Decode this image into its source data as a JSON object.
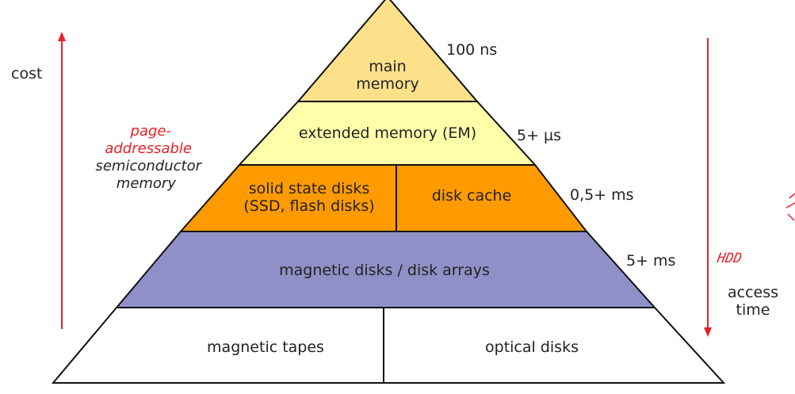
{
  "diagram": {
    "levels": [
      {
        "id": "main-memory",
        "label_lines": [
          "main",
          "memory"
        ],
        "time": "100 ns",
        "color": "#fde08a"
      },
      {
        "id": "extended-memory",
        "label_lines": [
          "extended memory (EM)"
        ],
        "time": "5+ µs",
        "color": "#ffffaa"
      },
      {
        "id": "ssd-cache",
        "cells": [
          {
            "label_lines": [
              "solid state disks",
              "(SSD, flash disks)"
            ]
          },
          {
            "label_lines": [
              "disk cache"
            ]
          }
        ],
        "time": "0,5+ ms",
        "color": "#ff9a00"
      },
      {
        "id": "magnetic-disks",
        "label_lines": [
          "magnetic disks / disk arrays"
        ],
        "time": "5+ ms",
        "color": "#9090c8"
      },
      {
        "id": "tapes-optical",
        "cells": [
          {
            "label_lines": [
              "magnetic tapes"
            ]
          },
          {
            "label_lines": [
              "optical disks"
            ]
          }
        ],
        "color": "#ffffff"
      }
    ],
    "left_axis": {
      "label": "cost",
      "direction": "up",
      "color": "#e8202a"
    },
    "right_axis": {
      "label_lines": [
        "access",
        "time"
      ],
      "direction": "down",
      "color": "#e8202a"
    },
    "side_note": {
      "red_lines": [
        "page-",
        "addressable"
      ],
      "dark_lines": [
        "semiconductor",
        "memory"
      ]
    },
    "handwritten": {
      "hdd": "HDD"
    }
  }
}
